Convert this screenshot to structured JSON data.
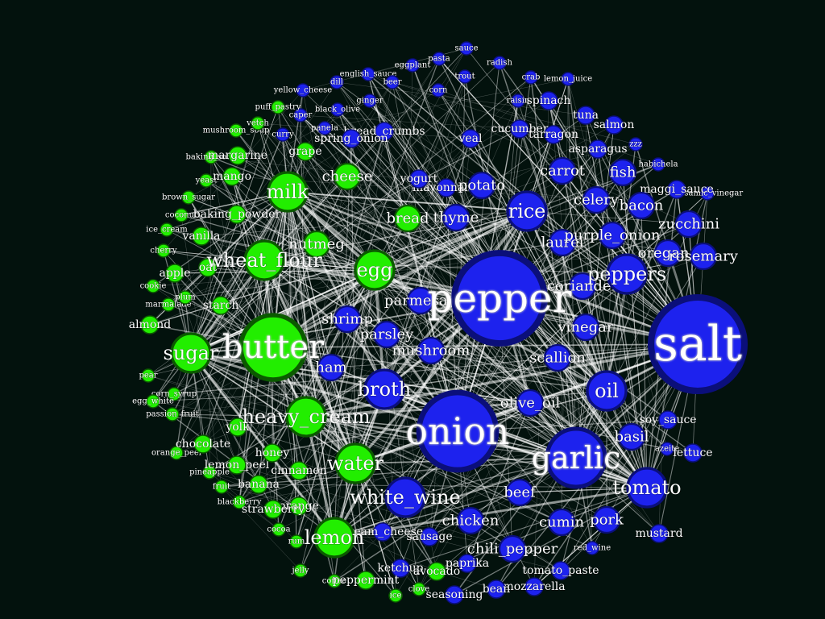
{
  "colors": {
    "background": "#03120d",
    "green_group": "#22ee00",
    "blue_group": "#1d22ee",
    "edge": "#ffffff"
  },
  "nodes": [
    {
      "id": "salt",
      "group": "blue",
      "size": "xl"
    },
    {
      "id": "pepper",
      "group": "blue",
      "size": "xl"
    },
    {
      "id": "onion",
      "group": "blue",
      "size": "xl"
    },
    {
      "id": "garlic",
      "group": "blue",
      "size": "l"
    },
    {
      "id": "oil",
      "group": "blue",
      "size": "m"
    },
    {
      "id": "tomato",
      "group": "blue",
      "size": "m"
    },
    {
      "id": "broth",
      "group": "blue",
      "size": "m"
    },
    {
      "id": "rice",
      "group": "blue",
      "size": "m"
    },
    {
      "id": "peppers",
      "group": "blue",
      "size": "m"
    },
    {
      "id": "olive_oil",
      "group": "blue",
      "size": "s"
    },
    {
      "id": "mushroom",
      "group": "blue",
      "size": "s"
    },
    {
      "id": "parsley",
      "group": "blue",
      "size": "s"
    },
    {
      "id": "parmesan",
      "group": "blue",
      "size": "s"
    },
    {
      "id": "white_wine",
      "group": "blue",
      "size": "m"
    },
    {
      "id": "chicken",
      "group": "blue",
      "size": "s"
    },
    {
      "id": "chili_pepper",
      "group": "blue",
      "size": "s"
    },
    {
      "id": "cumin",
      "group": "blue",
      "size": "s"
    },
    {
      "id": "beef",
      "group": "blue",
      "size": "s"
    },
    {
      "id": "pork",
      "group": "blue",
      "size": "s"
    },
    {
      "id": "basil",
      "group": "blue",
      "size": "s"
    },
    {
      "id": "scallion",
      "group": "blue",
      "size": "s"
    },
    {
      "id": "vinegar",
      "group": "blue",
      "size": "s"
    },
    {
      "id": "coriander",
      "group": "blue",
      "size": "s"
    },
    {
      "id": "laurel",
      "group": "blue",
      "size": "s"
    },
    {
      "id": "thyme",
      "group": "blue",
      "size": "s"
    },
    {
      "id": "potato",
      "group": "blue",
      "size": "s"
    },
    {
      "id": "carrot",
      "group": "blue",
      "size": "s"
    },
    {
      "id": "celery",
      "group": "blue",
      "size": "s"
    },
    {
      "id": "fish",
      "group": "blue",
      "size": "s"
    },
    {
      "id": "bacon",
      "group": "blue",
      "size": "s"
    },
    {
      "id": "purple_onion",
      "group": "blue",
      "size": "s"
    },
    {
      "id": "oregano",
      "group": "blue",
      "size": "s"
    },
    {
      "id": "zucchini",
      "group": "blue",
      "size": "s"
    },
    {
      "id": "rosemary",
      "group": "blue",
      "size": "s"
    },
    {
      "id": "ham",
      "group": "blue",
      "size": "s"
    },
    {
      "id": "shrimp",
      "group": "blue",
      "size": "s"
    },
    {
      "id": "mayonnaise",
      "group": "blue",
      "size": "xs"
    },
    {
      "id": "yogurt",
      "group": "blue",
      "size": "xs"
    },
    {
      "id": "bread_crumbs",
      "group": "blue",
      "size": "xs"
    },
    {
      "id": "veal",
      "group": "blue",
      "size": "xs"
    },
    {
      "id": "cucumber",
      "group": "blue",
      "size": "xs"
    },
    {
      "id": "tarragon",
      "group": "blue",
      "size": "xs"
    },
    {
      "id": "asparagus",
      "group": "blue",
      "size": "xs"
    },
    {
      "id": "tuna",
      "group": "blue",
      "size": "xs"
    },
    {
      "id": "salmon",
      "group": "blue",
      "size": "xs"
    },
    {
      "id": "spinach",
      "group": "blue",
      "size": "xs"
    },
    {
      "id": "zzz",
      "group": "blue",
      "size": "xxs"
    },
    {
      "id": "habichela",
      "group": "blue",
      "size": "xxs"
    },
    {
      "id": "maggi_sauce",
      "group": "blue",
      "size": "xs"
    },
    {
      "id": "balsamic_vinegar",
      "group": "blue",
      "size": "xxs"
    },
    {
      "id": "soy_sauce",
      "group": "blue",
      "size": "xs"
    },
    {
      "id": "lettuce",
      "group": "blue",
      "size": "xs"
    },
    {
      "id": "azeite",
      "group": "blue",
      "size": "xxs"
    },
    {
      "id": "mustard",
      "group": "blue",
      "size": "xs"
    },
    {
      "id": "red_wine",
      "group": "blue",
      "size": "xxs"
    },
    {
      "id": "tomato_paste",
      "group": "blue",
      "size": "xs"
    },
    {
      "id": "mozzarella",
      "group": "blue",
      "size": "xs"
    },
    {
      "id": "bean",
      "group": "blue",
      "size": "xs"
    },
    {
      "id": "paprika",
      "group": "blue",
      "size": "xs"
    },
    {
      "id": "sausage",
      "group": "blue",
      "size": "xs"
    },
    {
      "id": "cream_cheese",
      "group": "blue",
      "size": "xs"
    },
    {
      "id": "ketchup",
      "group": "blue",
      "size": "xs"
    },
    {
      "id": "seasoning",
      "group": "blue",
      "size": "xs"
    },
    {
      "id": "spring_onion",
      "group": "blue",
      "size": "xs"
    },
    {
      "id": "panela",
      "group": "blue",
      "size": "xxs"
    },
    {
      "id": "curry",
      "group": "blue",
      "size": "xxs"
    },
    {
      "id": "caper",
      "group": "blue",
      "size": "xxs"
    },
    {
      "id": "black_olive",
      "group": "blue",
      "size": "xxs"
    },
    {
      "id": "ginger",
      "group": "blue",
      "size": "xxs"
    },
    {
      "id": "yellow_cheese",
      "group": "blue",
      "size": "xxs"
    },
    {
      "id": "dill",
      "group": "blue",
      "size": "xxs"
    },
    {
      "id": "english_sauce",
      "group": "blue",
      "size": "xxs"
    },
    {
      "id": "beer",
      "group": "blue",
      "size": "xxs"
    },
    {
      "id": "eggplant",
      "group": "blue",
      "size": "xxs"
    },
    {
      "id": "pasta",
      "group": "blue",
      "size": "xxs"
    },
    {
      "id": "sauce",
      "group": "blue",
      "size": "xxs"
    },
    {
      "id": "trout",
      "group": "blue",
      "size": "xxs"
    },
    {
      "id": "corn",
      "group": "blue",
      "size": "xxs"
    },
    {
      "id": "radish",
      "group": "blue",
      "size": "xxs"
    },
    {
      "id": "crab",
      "group": "blue",
      "size": "xxs"
    },
    {
      "id": "lemon_juice",
      "group": "blue",
      "size": "xxs"
    },
    {
      "id": "raisin",
      "group": "blue",
      "size": "xxs"
    },
    {
      "id": "butter",
      "group": "green",
      "size": "l"
    },
    {
      "id": "sugar",
      "group": "green",
      "size": "m"
    },
    {
      "id": "egg",
      "group": "green",
      "size": "m"
    },
    {
      "id": "wheat_flour",
      "group": "green",
      "size": "m"
    },
    {
      "id": "milk",
      "group": "green",
      "size": "m"
    },
    {
      "id": "water",
      "group": "green",
      "size": "m"
    },
    {
      "id": "heavy_cream",
      "group": "green",
      "size": "m"
    },
    {
      "id": "lemon",
      "group": "green",
      "size": "m"
    },
    {
      "id": "cheese",
      "group": "green",
      "size": "s"
    },
    {
      "id": "bread",
      "group": "green",
      "size": "s"
    },
    {
      "id": "nutmeg",
      "group": "green",
      "size": "s"
    },
    {
      "id": "margarine",
      "group": "green",
      "size": "xs"
    },
    {
      "id": "baking_powder",
      "group": "green",
      "size": "xs"
    },
    {
      "id": "starch",
      "group": "green",
      "size": "xs"
    },
    {
      "id": "yolk",
      "group": "green",
      "size": "xs"
    },
    {
      "id": "cinnamon",
      "group": "green",
      "size": "xs"
    },
    {
      "id": "lemon_peel",
      "group": "green",
      "size": "xs"
    },
    {
      "id": "chocolate",
      "group": "green",
      "size": "xs"
    },
    {
      "id": "honey",
      "group": "green",
      "size": "xs"
    },
    {
      "id": "orange",
      "group": "green",
      "size": "xs"
    },
    {
      "id": "banana",
      "group": "green",
      "size": "xs"
    },
    {
      "id": "peppermint",
      "group": "green",
      "size": "xs"
    },
    {
      "id": "vanilla",
      "group": "green",
      "size": "xs"
    },
    {
      "id": "apple",
      "group": "green",
      "size": "xs"
    },
    {
      "id": "almond",
      "group": "green",
      "size": "xs"
    },
    {
      "id": "oat",
      "group": "green",
      "size": "xs"
    },
    {
      "id": "mango",
      "group": "green",
      "size": "xs"
    },
    {
      "id": "grape",
      "group": "green",
      "size": "xs"
    },
    {
      "id": "strawberry",
      "group": "green",
      "size": "xs"
    },
    {
      "id": "avocado",
      "group": "green",
      "size": "xs"
    },
    {
      "id": "jelly",
      "group": "green",
      "size": "xxs"
    },
    {
      "id": "ice",
      "group": "green",
      "size": "xxs"
    },
    {
      "id": "yeast",
      "group": "green",
      "size": "xxs"
    },
    {
      "id": "cookie",
      "group": "green",
      "size": "xxs"
    },
    {
      "id": "marmalade",
      "group": "green",
      "size": "xxs"
    },
    {
      "id": "plum",
      "group": "green",
      "size": "xxs"
    },
    {
      "id": "cherry",
      "group": "green",
      "size": "xxs"
    },
    {
      "id": "ice_cream",
      "group": "green",
      "size": "xxs"
    },
    {
      "id": "coconut",
      "group": "green",
      "size": "xxs"
    },
    {
      "id": "brown_sugar",
      "group": "green",
      "size": "xxs"
    },
    {
      "id": "baking_soda",
      "group": "green",
      "size": "xxs"
    },
    {
      "id": "mushroom_soup",
      "group": "green",
      "size": "xxs"
    },
    {
      "id": "puff_pastry",
      "group": "green",
      "size": "xxs"
    },
    {
      "id": "vetch",
      "group": "green",
      "size": "xxs"
    },
    {
      "id": "pear",
      "group": "green",
      "size": "xxs"
    },
    {
      "id": "corn_syrup",
      "group": "green",
      "size": "xxs"
    },
    {
      "id": "egg_white",
      "group": "green",
      "size": "xxs"
    },
    {
      "id": "passion_fruit",
      "group": "green",
      "size": "xxs"
    },
    {
      "id": "orange_peel",
      "group": "green",
      "size": "xxs"
    },
    {
      "id": "pineapple",
      "group": "green",
      "size": "xxs"
    },
    {
      "id": "fruit",
      "group": "green",
      "size": "xxs"
    },
    {
      "id": "blackberry",
      "group": "green",
      "size": "xxs"
    },
    {
      "id": "cocoa",
      "group": "green",
      "size": "xxs"
    },
    {
      "id": "rum",
      "group": "green",
      "size": "xxs"
    },
    {
      "id": "coffee",
      "group": "green",
      "size": "xxs"
    },
    {
      "id": "clove",
      "group": "green",
      "size": "xxs"
    }
  ]
}
